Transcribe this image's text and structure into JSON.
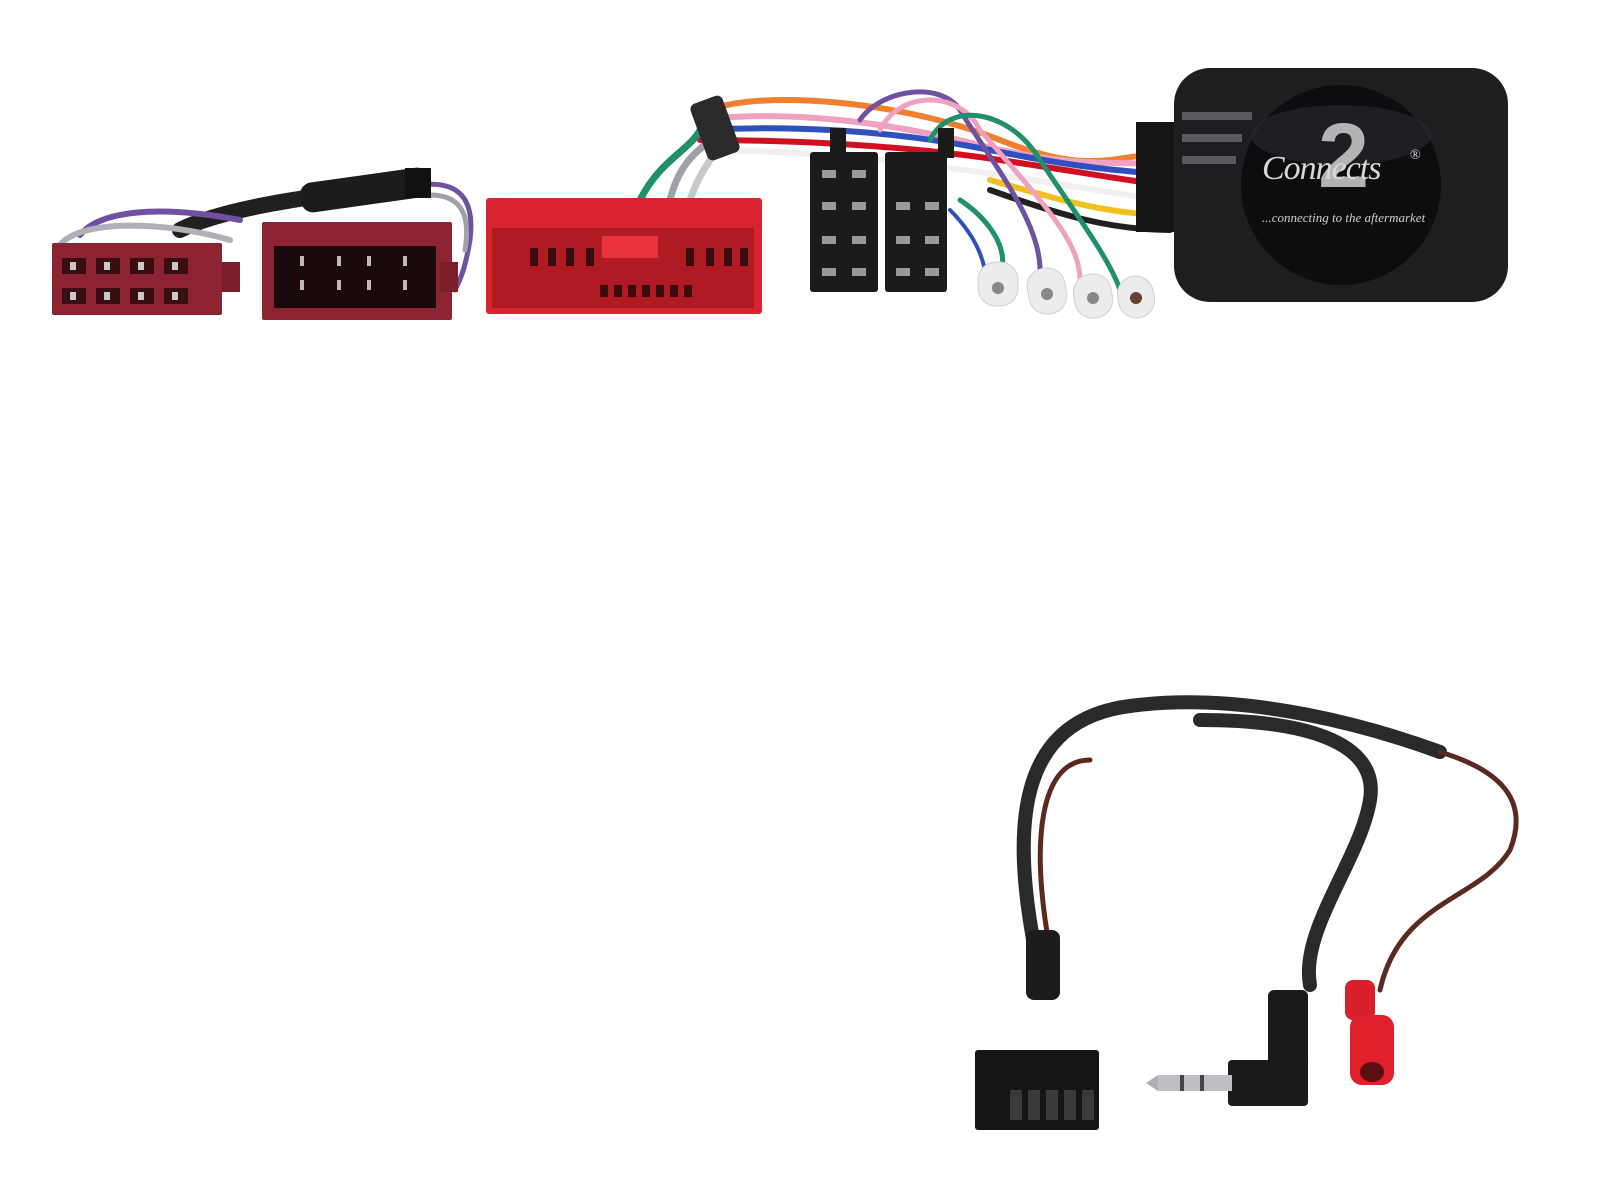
{
  "image": {
    "subject": "Steering wheel control interface harness",
    "background_color": "#ffffff"
  },
  "interface_box": {
    "logo": {
      "brand": "Connects",
      "numeral": "2",
      "registered_mark": "®",
      "tagline": "...connecting to the aftermarket"
    },
    "color": "#1e1e20"
  },
  "connectors": [
    {
      "name": "iso-speaker-connector-small",
      "color": "#8b2330"
    },
    {
      "name": "iso-power-connector",
      "color": "#8b2330"
    },
    {
      "name": "vehicle-multipin-connector",
      "color": "#d8242e"
    },
    {
      "name": "iso-female-connectors",
      "color": "#1b1b1b"
    },
    {
      "name": "bullet-terminals",
      "color": "#e8e8ea"
    }
  ],
  "lead": {
    "connectors": [
      {
        "name": "patch-lead-multipin-plug",
        "color": "#151515"
      },
      {
        "name": "3.5mm-jack-plug",
        "color": "#1a1a1a"
      },
      {
        "name": "red-bullet-connector",
        "color": "#e0202a"
      }
    ]
  }
}
